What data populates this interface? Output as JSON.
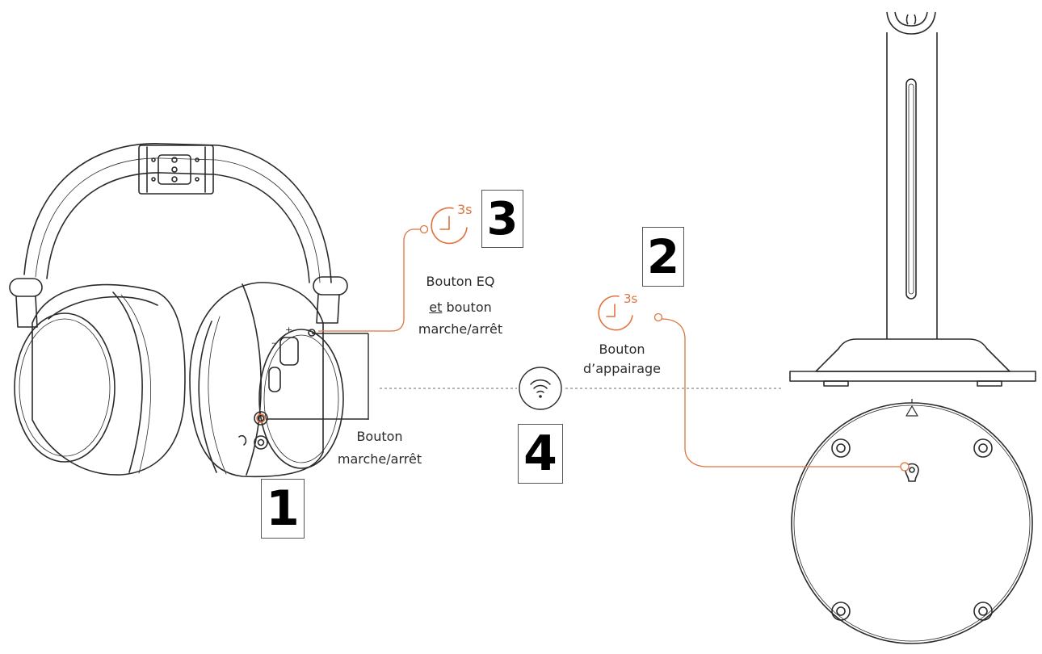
{
  "colors": {
    "accent": "#e0733f",
    "line": "#2b2b2b",
    "dashed": "#8a8a8a"
  },
  "steps": {
    "one": "1",
    "two": "2",
    "three": "3",
    "four": "4"
  },
  "timers": {
    "headphone": "3s",
    "stand": "3s"
  },
  "labels": {
    "eq_line1": "Bouton EQ",
    "eq_line2_under": "et",
    "eq_line2_rest": " bouton",
    "eq_line3": "marche/arrêt",
    "power_line1": "Bouton",
    "power_line2": "marche/arrêt",
    "pairing_line1": "Bouton",
    "pairing_line2": "d’appairage"
  },
  "icons": {
    "timer": "timer-icon",
    "wireless": "wireless-icon"
  }
}
